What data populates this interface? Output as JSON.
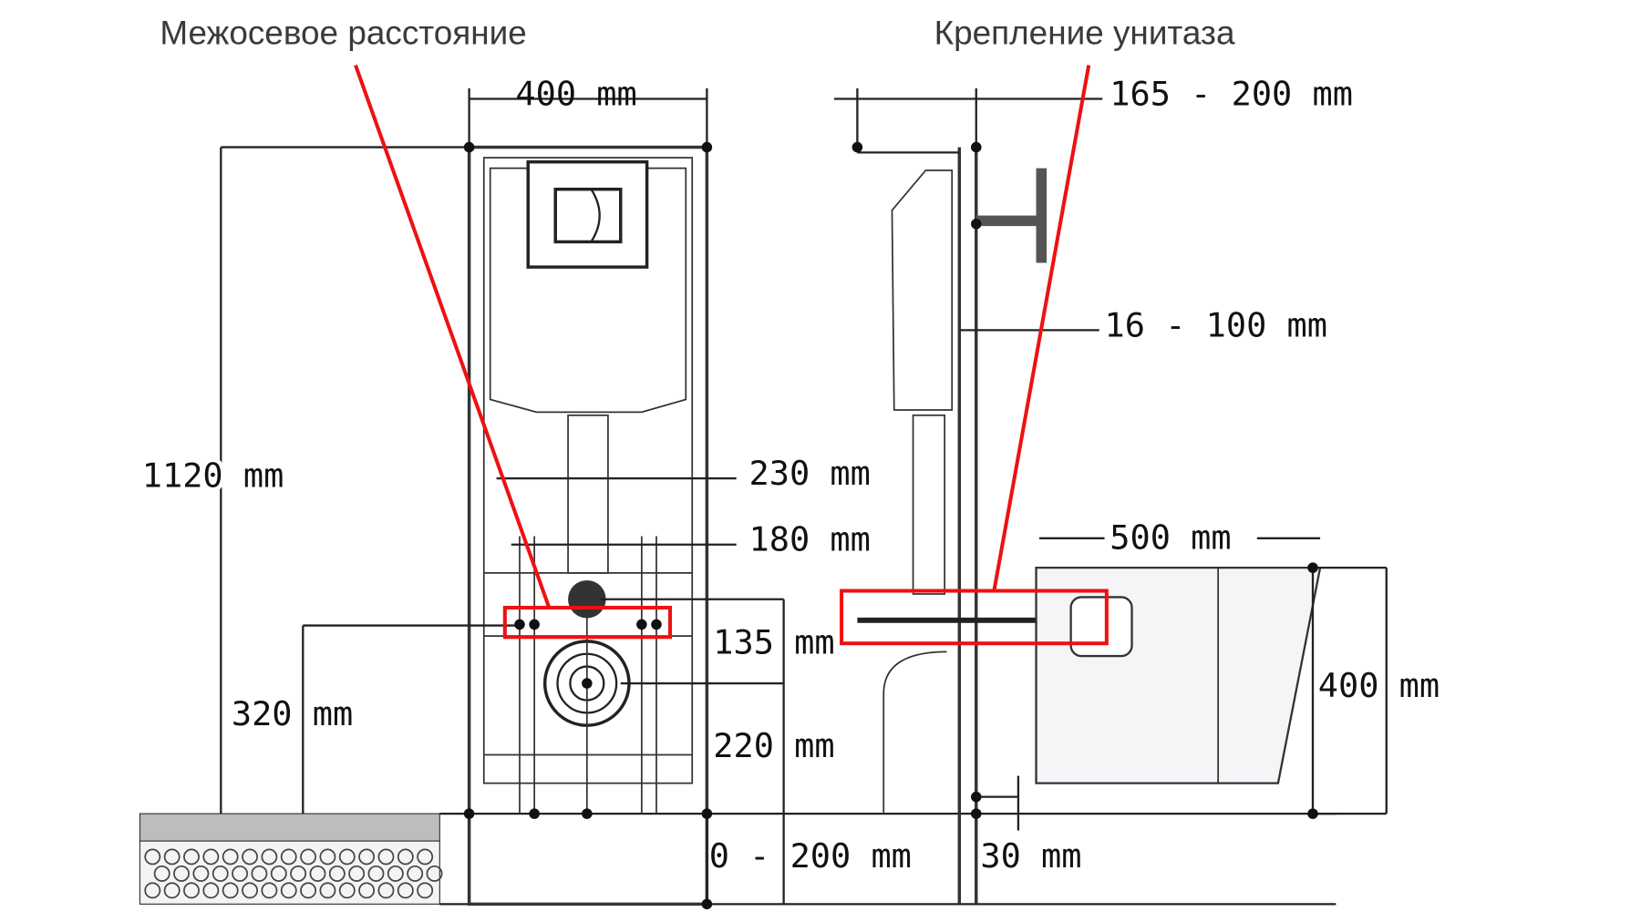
{
  "captions": {
    "left": "Межосевое расстояние",
    "right": "Крепление унитаза"
  },
  "dimensions": {
    "frame_width": "400 mm",
    "frame_height": "1120 mm",
    "drain_height": "320 mm",
    "bolt_spacing_outer": "230 mm",
    "bolt_spacing_inner": "180 mm",
    "bolt_to_drain": "135 mm",
    "drain_to_floor": "220 mm",
    "floor_offset": "0 - 200 mm",
    "wall_depth": "165 - 200 mm",
    "wall_gap": "16 - 100 mm",
    "bowl_length": "500 mm",
    "bowl_height": "400 mm",
    "bowl_gap": "30 mm"
  },
  "colors": {
    "highlight": "#ee1111",
    "line": "#222222"
  }
}
